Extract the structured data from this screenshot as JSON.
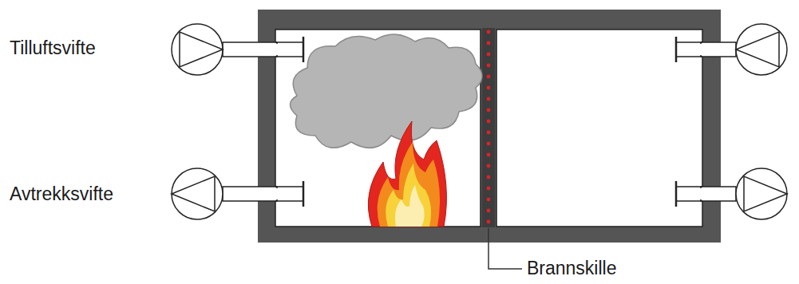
{
  "diagram": {
    "labels": [
      "Tilluftsvifte",
      "Avtrekksvifte",
      "Brannskille"
    ]
  }
}
